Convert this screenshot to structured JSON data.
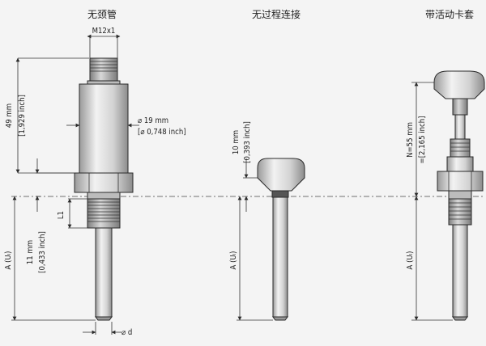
{
  "titles": {
    "no_neck": "无颈管",
    "no_process_connection": "无过程连接",
    "with_compression_fitting": "带活动卡套"
  },
  "dimensions": {
    "thread": "M12x1",
    "height_mm": "49 mm",
    "height_inch": "[1,929 inch]",
    "dia_mm": "⌀ 19 mm",
    "dia_inch": "[⌀ 0,748 inch]",
    "l1": "L1",
    "len11_mm": "11 mm",
    "len11_inch": "[0,433 inch]",
    "a_ul": "A (Uₗ)",
    "dia_d": "⌀ d",
    "len10_mm": "10 mm",
    "len10_inch": "[0,393 inch]",
    "n55_mm": "N=55 mm",
    "n55_inch": "=[2,165 inch]"
  },
  "colors": {
    "metal_light": "#f0f0f0",
    "metal_mid": "#c4c4c4",
    "metal_dark": "#8a8a8a",
    "line": "#2a2a2a",
    "background": "#f4f4f4"
  }
}
